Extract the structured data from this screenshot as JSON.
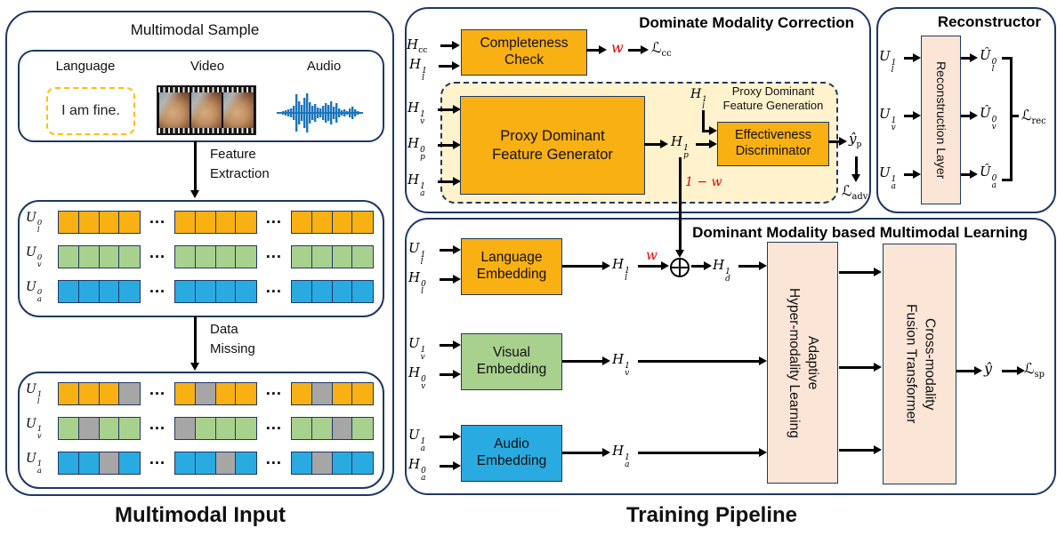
{
  "palette": {
    "o": "#F9B013",
    "v": "#A9D18E",
    "a": "#29ABE2",
    "g": "#A6A6A6",
    "navy": "#1F3864",
    "pink": "#FBE5D6",
    "cream": "#FFF2CC",
    "red": "#E80000",
    "wave_blue": "#1C75BC",
    "dash_yellow": "#FFC000"
  },
  "left": {
    "caption": "Multimodal Input",
    "sample_title": "Multimodal Sample",
    "modalities": {
      "language": "Language",
      "video": "Video",
      "audio": "Audio"
    },
    "language_text": "I am fine.",
    "step1": [
      "Feature",
      "Extraction"
    ],
    "step2": [
      "Data",
      "Missing"
    ],
    "full": {
      "rows": [
        {
          "label": "U_l^0",
          "groups": [
            [
              "o",
              "o",
              "o",
              "o"
            ],
            [
              "o",
              "o",
              "o",
              "o"
            ],
            [
              "o",
              "o",
              "o",
              "o"
            ]
          ]
        },
        {
          "label": "U_v^0",
          "groups": [
            [
              "v",
              "v",
              "v",
              "v"
            ],
            [
              "v",
              "v",
              "v",
              "v"
            ],
            [
              "v",
              "v",
              "v",
              "v"
            ]
          ]
        },
        {
          "label": "U_a^0",
          "groups": [
            [
              "a",
              "a",
              "a",
              "a"
            ],
            [
              "a",
              "a",
              "a",
              "a"
            ],
            [
              "a",
              "a",
              "a",
              "a"
            ]
          ]
        }
      ]
    },
    "missing": {
      "rows": [
        {
          "label": "U_l^1",
          "groups": [
            [
              "o",
              "o",
              "o",
              "g"
            ],
            [
              "o",
              "g",
              "o",
              "o"
            ],
            [
              "o",
              "g",
              "o",
              "o"
            ]
          ]
        },
        {
          "label": "U_v^1",
          "groups": [
            [
              "v",
              "g",
              "v",
              "v"
            ],
            [
              "g",
              "v",
              "v",
              "v"
            ],
            [
              "v",
              "v",
              "g",
              "v"
            ]
          ]
        },
        {
          "label": "U_a^1",
          "groups": [
            [
              "a",
              "a",
              "g",
              "a"
            ],
            [
              "a",
              "a",
              "g",
              "a"
            ],
            [
              "a",
              "g",
              "a",
              "a"
            ]
          ]
        }
      ]
    }
  },
  "correction": {
    "title": "Dominate Modality Correction",
    "in1": "H_cc",
    "in2": "H_l^1",
    "cc_box": [
      "Completeness",
      "Check"
    ],
    "w": "w",
    "loss_cc": "ℒ_cc",
    "group_label": [
      "Proxy Dominant",
      "Feature Generation"
    ],
    "gen_in1": "H_v^1",
    "gen_in2": "H_p^0",
    "gen_in3": "H_a^1",
    "gen_box": [
      "Proxy Dominant",
      "Feature Generator"
    ],
    "hp1": "H_p^1",
    "hl1": "H_l^1",
    "disc_box": [
      "Effectiveness",
      "Discriminator"
    ],
    "yp": "ŷ_p",
    "loss_adv": "ℒ_adv",
    "one_minus_w": "1 − w"
  },
  "reconstructor": {
    "title": "Reconstructor",
    "in1": "U_l^1",
    "in2": "U_v^1",
    "in3": "U_a^1",
    "box": [
      "Reconstruction Layer"
    ],
    "out1": "Û_l^0",
    "out2": "Û_v^0",
    "out3": "Û_a^0",
    "loss": "ℒ_rec"
  },
  "training": {
    "title": "Dominant Modality based Multimodal Learning",
    "caption": "Training Pipeline",
    "streams": [
      {
        "in1": "U_l^1",
        "in2": "H_l^0",
        "box": [
          "Language",
          "Embedding"
        ],
        "out": "H_l^1"
      },
      {
        "in1": "U_v^1",
        "in2": "H_v^0",
        "box": [
          "Visual",
          "Embedding"
        ],
        "out": "H_v^1"
      },
      {
        "in1": "U_a^1",
        "in2": "H_a^0",
        "box": [
          "Audio",
          "Embedding"
        ],
        "out": "H_a^1"
      }
    ],
    "w": "w",
    "hd1": "H_d^1",
    "ahl_box": [
      "Adaptive",
      "Hyper-modality Learning"
    ],
    "cft_box": [
      "Cross-modality",
      "Fusion Transformer"
    ],
    "yhat": "ŷ",
    "loss_sp": "ℒ_sp"
  }
}
